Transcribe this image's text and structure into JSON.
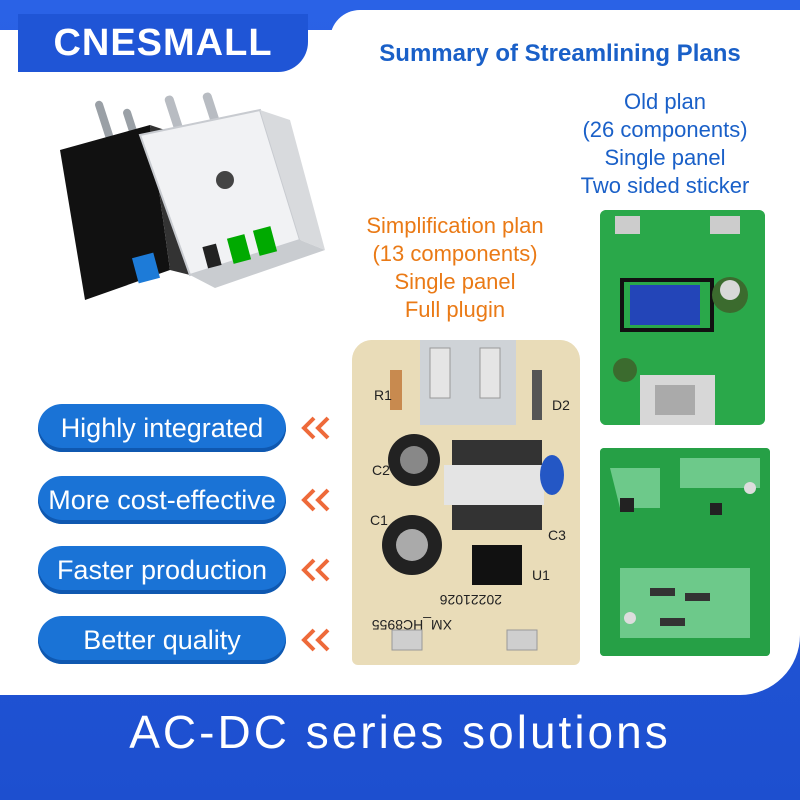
{
  "brand": "CNESMALL",
  "summary_title": "Summary of Streamlining Plans",
  "old_plan": {
    "line1": "Old plan",
    "line2": "(26 components)",
    "line3": "Single panel",
    "line4": "Two sided sticker"
  },
  "simplification_plan": {
    "line1": "Simplification plan",
    "line2": "(13 components)",
    "line3": "Single panel",
    "line4": "Full plugin"
  },
  "features": [
    {
      "label": "Highly integrated"
    },
    {
      "label": "More cost-effective"
    },
    {
      "label": "Faster production"
    },
    {
      "label": "Better quality"
    }
  ],
  "footer": "AC-DC series solutions",
  "pcb_labels": {
    "r1": "R1",
    "d2": "D2",
    "c2": "C2",
    "c1": "C1",
    "c3": "C3",
    "u1": "U1",
    "date": "20221026",
    "model": "XM_HC8955"
  },
  "colors": {
    "brand_blue": "#1f55d6",
    "title_blue": "#1a60c8",
    "orange": "#ea7a16",
    "pill_blue": "#1a73d6",
    "arrow_orange": "#ee6a3a"
  }
}
